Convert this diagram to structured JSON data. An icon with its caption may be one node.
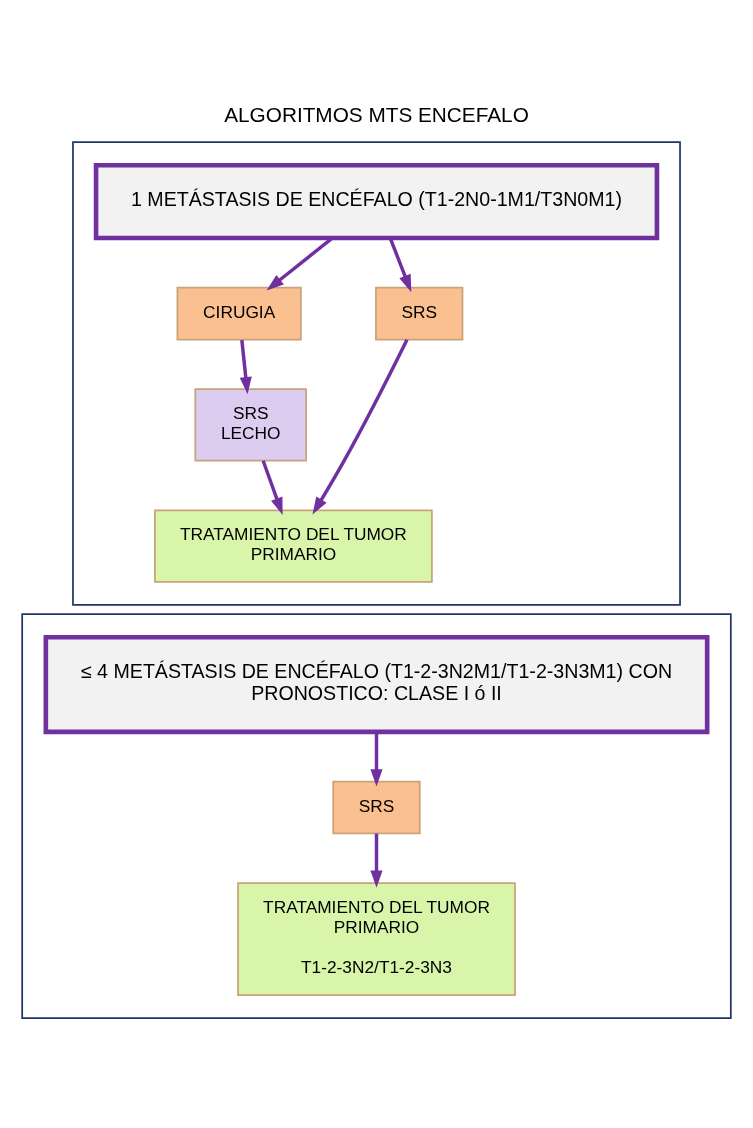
{
  "diagram": {
    "title": "ALGORITMOS MTS ENCEFALO",
    "nodes": [
      {
        "text": [],
        "shape": "box"
      },
      {
        "text": [
          "1 METÁSTASIS DE ENCÉFALO (T1-2N0-1M1/T3N0M1)"
        ],
        "in": 0
      },
      {
        "text": [
          "CIRUGIA"
        ],
        "in": 0
      },
      {
        "text": [
          "SRS"
        ],
        "in": 0
      },
      {
        "text": [
          "SRS LECHO"
        ],
        "in": 0
      },
      {
        "text": [
          "TRATAMIENTO DEL TUMOR PRIMARIO"
        ],
        "in": 0
      },
      {
        "text": [],
        "shape": "box"
      },
      {
        "text": [
          "≤ 4 METÁSTASIS DE ENCÉFALO (T1-2-3N2M1/T1-2-3N3M1) CON PRONOSTICO: CLASE I ó II"
        ],
        "in": 6
      },
      {
        "text": [
          "SRS"
        ],
        "in": 6
      },
      {
        "text": [
          "TRATAMIENTO DEL TUMOR PRIMARIO",
          "T1-2-3N2/T1-2-3N3"
        ],
        "in": 6
      }
    ],
    "edges": [
      {
        "from": 1,
        "to": 2,
        "arrow": "to"
      },
      {
        "from": 1,
        "to": 3,
        "arrow": "to"
      },
      {
        "from": 2,
        "to": 4,
        "arrow": "to"
      },
      {
        "from": 4,
        "to": 5,
        "arrow": "to"
      },
      {
        "from": 3,
        "to": 5,
        "arrow": "to"
      },
      {
        "from": 7,
        "to": 8,
        "arrow": "to"
      },
      {
        "from": 8,
        "to": 9,
        "arrow": "to"
      }
    ]
  }
}
